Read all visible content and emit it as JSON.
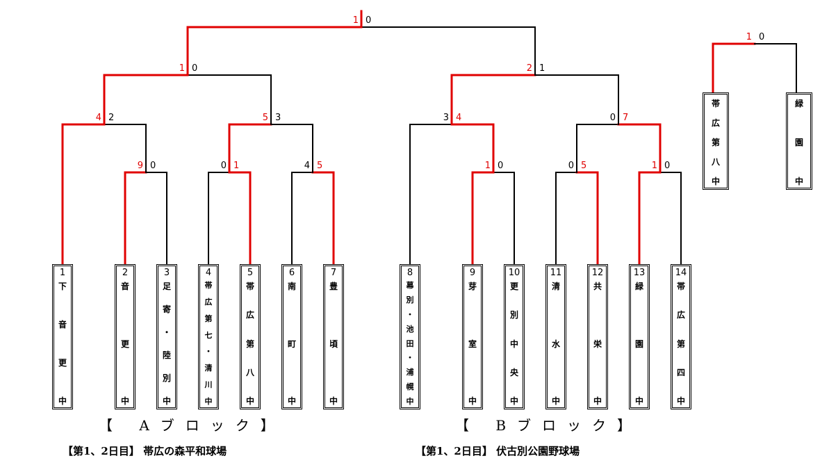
{
  "colors": {
    "winner": "#e00000",
    "loser": "#000000"
  },
  "teams": [
    {
      "num": "1",
      "chars": [
        "下",
        "音",
        "更",
        "中"
      ]
    },
    {
      "num": "2",
      "chars": [
        "音",
        "更",
        "中"
      ]
    },
    {
      "num": "3",
      "chars": [
        "足",
        "寄",
        "・",
        "陸",
        "別",
        "中"
      ]
    },
    {
      "num": "4",
      "chars": [
        "帯",
        "広",
        "第",
        "七",
        "・",
        "清",
        "川",
        "中"
      ]
    },
    {
      "num": "5",
      "chars": [
        "帯",
        "広",
        "第",
        "八",
        "中"
      ]
    },
    {
      "num": "6",
      "chars": [
        "南",
        "町",
        "中"
      ]
    },
    {
      "num": "7",
      "chars": [
        "豊",
        "頃",
        "中"
      ]
    },
    {
      "num": "8",
      "chars": [
        "幕",
        "別",
        "・",
        "池",
        "田",
        "・",
        "浦",
        "幌",
        "中"
      ]
    },
    {
      "num": "9",
      "chars": [
        "芽",
        "室",
        "中"
      ]
    },
    {
      "num": "10",
      "chars": [
        "更",
        "別",
        "中",
        "央",
        "中"
      ]
    },
    {
      "num": "11",
      "chars": [
        "清",
        "水",
        "中"
      ]
    },
    {
      "num": "12",
      "chars": [
        "共",
        "栄",
        "中"
      ]
    },
    {
      "num": "13",
      "chars": [
        "緑",
        "園",
        "中"
      ]
    },
    {
      "num": "14",
      "chars": [
        "帯",
        "広",
        "第",
        "四",
        "中"
      ]
    }
  ],
  "final_teams": [
    {
      "chars": [
        "帯",
        "広",
        "第",
        "八",
        "中"
      ]
    },
    {
      "chars": [
        "緑",
        "園",
        "中"
      ]
    }
  ],
  "matches": [
    {
      "left": "9",
      "right": "0",
      "winner": "left"
    },
    {
      "left": "0",
      "right": "1",
      "winner": "right"
    },
    {
      "left": "4",
      "right": "5",
      "winner": "right"
    },
    {
      "left": "4",
      "right": "2",
      "winner": "left"
    },
    {
      "left": "5",
      "right": "3",
      "winner": "left"
    },
    {
      "left": "1",
      "right": "0",
      "winner": "left"
    },
    {
      "left": "1",
      "right": "0",
      "winner": "left"
    },
    {
      "left": "0",
      "right": "5",
      "winner": "right"
    },
    {
      "left": "1",
      "right": "0",
      "winner": "left"
    },
    {
      "left": "3",
      "right": "4",
      "winner": "right"
    },
    {
      "left": "0",
      "right": "7",
      "winner": "right"
    },
    {
      "left": "2",
      "right": "1",
      "winner": "left"
    },
    {
      "left": "1",
      "right": "0",
      "winner": "left"
    },
    {
      "left": "1",
      "right": "0",
      "winner": "left"
    }
  ],
  "block_a": {
    "label": "【 Aブロック】",
    "venue": "【第1、2日目】 帯広の森平和球場"
  },
  "block_b": {
    "label": "【 Bブロック】",
    "venue": "【第1、2日目】 伏古別公園野球場"
  }
}
